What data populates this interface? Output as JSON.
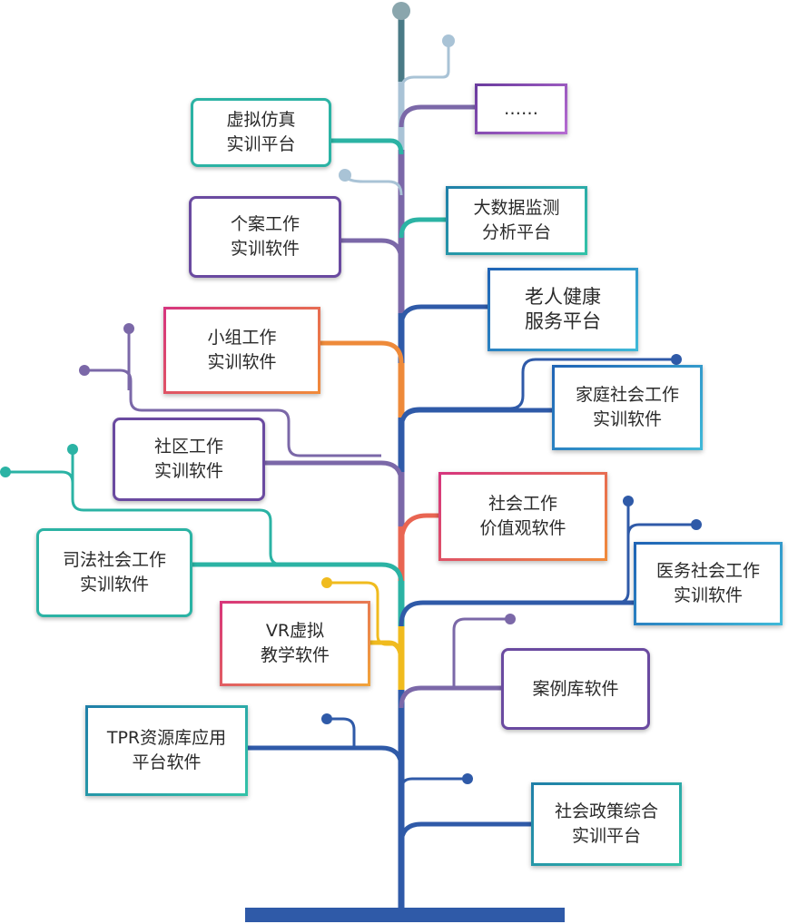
{
  "nodes": {
    "vr_sim": {
      "label": "虚拟仿真\n实训平台"
    },
    "ellipsis": {
      "label": "……"
    },
    "case_work": {
      "label": "个案工作\n实训软件"
    },
    "big_data": {
      "label": "大数据监测\n分析平台"
    },
    "elderly": {
      "label": "老人健康\n服务平台"
    },
    "group_work": {
      "label": "小组工作\n实训软件"
    },
    "family": {
      "label": "家庭社会工作\n实训软件"
    },
    "community": {
      "label": "社区工作\n实训软件"
    },
    "values": {
      "label": "社会工作\n价值观软件"
    },
    "judicial": {
      "label": "司法社会工作\n实训软件"
    },
    "medical": {
      "label": "医务社会工作\n实训软件"
    },
    "vr_teaching": {
      "label": "VR虚拟\n教学软件"
    },
    "case_library": {
      "label": "案例库软件"
    },
    "tpr": {
      "label": "TPR资源库应用\n平台软件"
    },
    "policy": {
      "label": "社会政策综合\n实训平台"
    }
  },
  "colors": {
    "trunk": "#2f5aa8",
    "teal": "#2bb3a4",
    "purple": "#7b68a8",
    "orange": "#ee8a3a",
    "coral": "#e96552",
    "yellow": "#f0bb1e",
    "blue": "#2f5aa8",
    "light": "#a9c3d6"
  }
}
